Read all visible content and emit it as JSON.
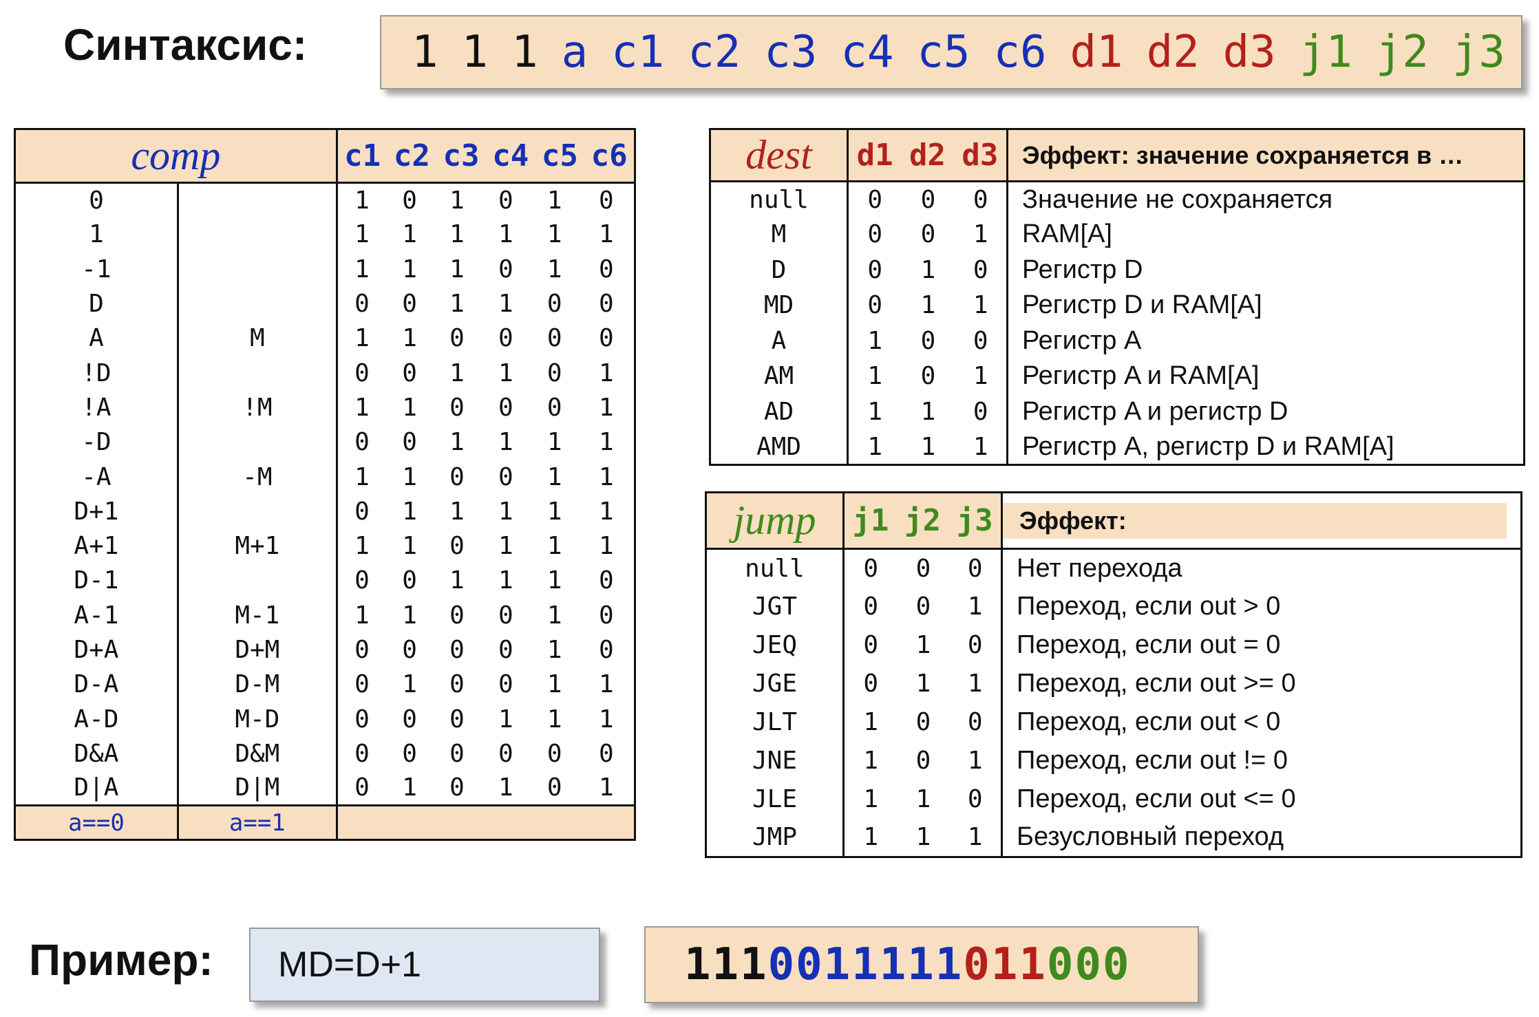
{
  "syntax": {
    "label": "Синтаксис:",
    "fields": [
      {
        "text": "1",
        "color": "black"
      },
      {
        "text": "1",
        "color": "black"
      },
      {
        "text": "1",
        "color": "black"
      },
      {
        "text": "a",
        "color": "blue"
      },
      {
        "text": "c1",
        "color": "blue"
      },
      {
        "text": "c2",
        "color": "blue"
      },
      {
        "text": "c3",
        "color": "blue"
      },
      {
        "text": "c4",
        "color": "blue"
      },
      {
        "text": "c5",
        "color": "blue"
      },
      {
        "text": "c6",
        "color": "blue"
      },
      {
        "text": "d1",
        "color": "red"
      },
      {
        "text": "d2",
        "color": "red"
      },
      {
        "text": "d3",
        "color": "red"
      },
      {
        "text": "j1",
        "color": "green"
      },
      {
        "text": "j2",
        "color": "green"
      },
      {
        "text": "j3",
        "color": "green"
      }
    ]
  },
  "colors": {
    "blue": "#1530b4",
    "red": "#b3211a",
    "green": "#3f8a1e",
    "black": "#111111",
    "header_fill": "#f8dfc1",
    "input_fill": "#dfe7f3"
  },
  "comp_table": {
    "title": "comp",
    "bit_headers": [
      "c1",
      "c2",
      "c3",
      "c4",
      "c5",
      "c6"
    ],
    "rows": [
      {
        "a0": "0",
        "a1": "",
        "bits": [
          "1",
          "0",
          "1",
          "0",
          "1",
          "0"
        ]
      },
      {
        "a0": "1",
        "a1": "",
        "bits": [
          "1",
          "1",
          "1",
          "1",
          "1",
          "1"
        ]
      },
      {
        "a0": "-1",
        "a1": "",
        "bits": [
          "1",
          "1",
          "1",
          "0",
          "1",
          "0"
        ]
      },
      {
        "a0": "D",
        "a1": "",
        "bits": [
          "0",
          "0",
          "1",
          "1",
          "0",
          "0"
        ]
      },
      {
        "a0": "A",
        "a1": "M",
        "bits": [
          "1",
          "1",
          "0",
          "0",
          "0",
          "0"
        ]
      },
      {
        "a0": "!D",
        "a1": "",
        "bits": [
          "0",
          "0",
          "1",
          "1",
          "0",
          "1"
        ]
      },
      {
        "a0": "!A",
        "a1": "!M",
        "bits": [
          "1",
          "1",
          "0",
          "0",
          "0",
          "1"
        ]
      },
      {
        "a0": "-D",
        "a1": "",
        "bits": [
          "0",
          "0",
          "1",
          "1",
          "1",
          "1"
        ]
      },
      {
        "a0": "-A",
        "a1": "-M",
        "bits": [
          "1",
          "1",
          "0",
          "0",
          "1",
          "1"
        ]
      },
      {
        "a0": "D+1",
        "a1": "",
        "bits": [
          "0",
          "1",
          "1",
          "1",
          "1",
          "1"
        ]
      },
      {
        "a0": "A+1",
        "a1": "M+1",
        "bits": [
          "1",
          "1",
          "0",
          "1",
          "1",
          "1"
        ]
      },
      {
        "a0": "D-1",
        "a1": "",
        "bits": [
          "0",
          "0",
          "1",
          "1",
          "1",
          "0"
        ]
      },
      {
        "a0": "A-1",
        "a1": "M-1",
        "bits": [
          "1",
          "1",
          "0",
          "0",
          "1",
          "0"
        ]
      },
      {
        "a0": "D+A",
        "a1": "D+M",
        "bits": [
          "0",
          "0",
          "0",
          "0",
          "1",
          "0"
        ]
      },
      {
        "a0": "D-A",
        "a1": "D-M",
        "bits": [
          "0",
          "1",
          "0",
          "0",
          "1",
          "1"
        ]
      },
      {
        "a0": "A-D",
        "a1": "M-D",
        "bits": [
          "0",
          "0",
          "0",
          "1",
          "1",
          "1"
        ]
      },
      {
        "a0": "D&A",
        "a1": "D&M",
        "bits": [
          "0",
          "0",
          "0",
          "0",
          "0",
          "0"
        ]
      },
      {
        "a0": "D|A",
        "a1": "D|M",
        "bits": [
          "0",
          "1",
          "0",
          "1",
          "0",
          "1"
        ]
      }
    ],
    "footer_a0": "a==0",
    "footer_a1": "a==1"
  },
  "dest_table": {
    "title": "dest",
    "bit_headers": [
      "d1",
      "d2",
      "d3"
    ],
    "effect_header": "Эффект: значение сохраняется в …",
    "rows": [
      {
        "mnemonic": "null",
        "bits": [
          "0",
          "0",
          "0"
        ],
        "effect": "Значение не сохраняется"
      },
      {
        "mnemonic": "M",
        "bits": [
          "0",
          "0",
          "1"
        ],
        "effect": "RAM[A]"
      },
      {
        "mnemonic": "D",
        "bits": [
          "0",
          "1",
          "0"
        ],
        "effect": "Регистр D"
      },
      {
        "mnemonic": "MD",
        "bits": [
          "0",
          "1",
          "1"
        ],
        "effect": "Регистр D и RAM[A]"
      },
      {
        "mnemonic": "A",
        "bits": [
          "1",
          "0",
          "0"
        ],
        "effect": "Регистр A"
      },
      {
        "mnemonic": "AM",
        "bits": [
          "1",
          "0",
          "1"
        ],
        "effect": "Регистр A и RAM[A]"
      },
      {
        "mnemonic": "AD",
        "bits": [
          "1",
          "1",
          "0"
        ],
        "effect": "Регистр A и регистр D"
      },
      {
        "mnemonic": "AMD",
        "bits": [
          "1",
          "1",
          "1"
        ],
        "effect": "Регистр A, регистр D и RAM[A]"
      }
    ]
  },
  "jump_table": {
    "title": "jump",
    "bit_headers": [
      "j1",
      "j2",
      "j3"
    ],
    "effect_header": "Эффект:",
    "rows": [
      {
        "mnemonic": "null",
        "bits": [
          "0",
          "0",
          "0"
        ],
        "effect": "Нет перехода"
      },
      {
        "mnemonic": "JGT",
        "bits": [
          "0",
          "0",
          "1"
        ],
        "effect": "Переход, если out > 0"
      },
      {
        "mnemonic": "JEQ",
        "bits": [
          "0",
          "1",
          "0"
        ],
        "effect": "Переход, если out = 0"
      },
      {
        "mnemonic": "JGE",
        "bits": [
          "0",
          "1",
          "1"
        ],
        "effect": "Переход, если out >= 0"
      },
      {
        "mnemonic": "JLT",
        "bits": [
          "1",
          "0",
          "0"
        ],
        "effect": "Переход, если out < 0"
      },
      {
        "mnemonic": "JNE",
        "bits": [
          "1",
          "0",
          "1"
        ],
        "effect": "Переход, если out != 0"
      },
      {
        "mnemonic": "JLE",
        "bits": [
          "1",
          "1",
          "0"
        ],
        "effect": "Переход, если out <= 0"
      },
      {
        "mnemonic": "JMP",
        "bits": [
          "1",
          "1",
          "1"
        ],
        "effect": "Безусловный переход"
      }
    ]
  },
  "example": {
    "label": "Пример:",
    "instruction": "MD=D+1",
    "binary_segments": [
      {
        "text": "111",
        "color": "black"
      },
      {
        "text": "0011111",
        "color": "blue"
      },
      {
        "text": "011",
        "color": "red"
      },
      {
        "text": "000",
        "color": "green"
      }
    ]
  }
}
